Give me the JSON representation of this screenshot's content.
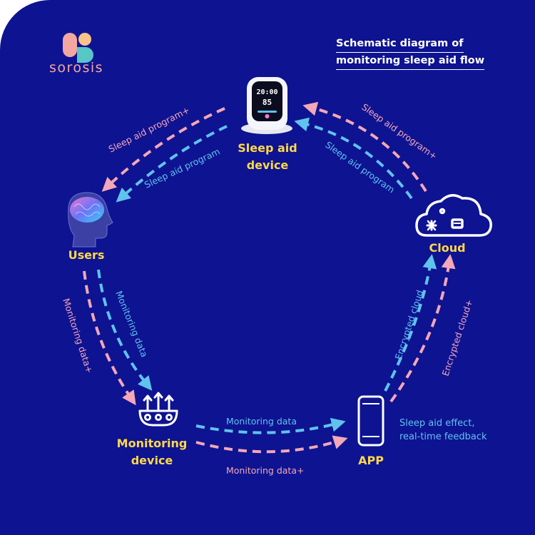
{
  "brand": {
    "name": "sorosis"
  },
  "title": {
    "line1": "Schematic diagram of",
    "line2": "monitoring sleep aid flow"
  },
  "device_screen": {
    "time": "20:00",
    "value": "85"
  },
  "nodes": {
    "sleep_aid_device": {
      "line1": "Sleep aid",
      "line2": "device"
    },
    "users": {
      "label": "Users"
    },
    "cloud": {
      "label": "Cloud"
    },
    "monitoring_device": {
      "line1": "Monitoring",
      "line2": "device"
    },
    "app": {
      "label": "APP"
    }
  },
  "edges": {
    "device_to_users_plus": "Sleep aid program+",
    "device_to_users": "Sleep aid program",
    "cloud_to_device_plus": "Sleep aid program+",
    "cloud_to_device": "Sleep aid program",
    "users_to_monitor_plus": "Monitoring data+",
    "users_to_monitor": "Monitoring data",
    "monitor_to_app": "Monitoring data",
    "monitor_to_app_plus": "Monitoring data+",
    "app_to_cloud": "Encrypted cloud",
    "app_to_cloud_plus": "Encrypted cloud+"
  },
  "app_feedback": {
    "line1": "Sleep aid effect,",
    "line2": "real-time feedback"
  },
  "colors": {
    "background": "#0e1391",
    "node_label": "#ffd84a",
    "pink": "#f3a7b7",
    "blue": "#5fc3ee"
  }
}
